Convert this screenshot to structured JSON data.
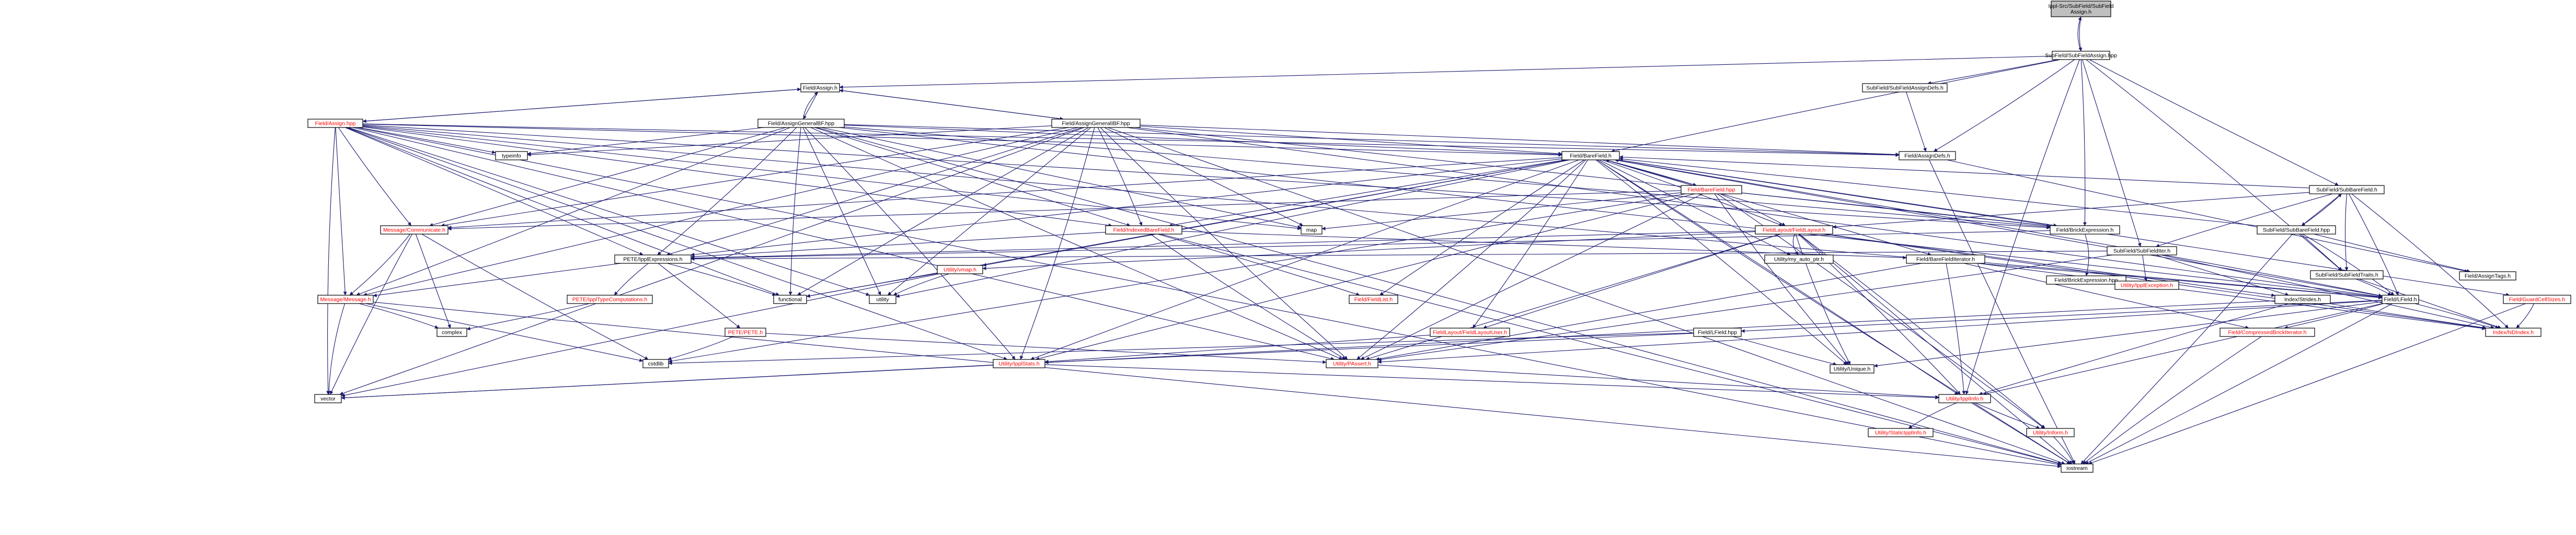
{
  "root": [
    "Ippl-Src/SubField/SubField",
    "Assign.h"
  ],
  "nodes": {
    "root": {
      "label": "Ippl-Src/SubField/SubField Assign.h",
      "lines": [
        "Ippl-Src/SubField/SubField",
        "Assign.h"
      ]
    },
    "sfassign_hpp": {
      "label": "SubField/SubFieldAssign.hpp"
    },
    "fassign_h": {
      "label": "Field/Assign.h"
    },
    "sfassigndefs": {
      "label": "SubField/SubFieldAssignDefs.h"
    },
    "fassign_hpp": {
      "label": "Field/Assign.hpp"
    },
    "fassigngen_hpp": {
      "label": "Field/AssignGeneralBF.hpp"
    },
    "fassigngenib_hpp": {
      "label": "Field/AssignGeneralIBF.hpp"
    },
    "typeinfo": {
      "label": "typeinfo"
    },
    "fassigndefs": {
      "label": "Field/AssignDefs.h"
    },
    "barefield_h": {
      "label": "Field/BareField.h"
    },
    "barefield_hpp": {
      "label": "Field/BareField.hpp"
    },
    "sfbarefield_h": {
      "label": "SubField/SubBareField.h"
    },
    "sfbarefield_hpp": {
      "label": "SubField/SubBareField.hpp"
    },
    "msgcomm": {
      "label": "Message/Communicate.h"
    },
    "indexedbf": {
      "label": "Field/IndexedBareField.h"
    },
    "map": {
      "label": "map"
    },
    "flayout": {
      "label": "FieldLayout/FieldLayout.h"
    },
    "brickexpr": {
      "label": "Field/BrickExpression.h"
    },
    "sfiter": {
      "label": "SubField/SubFieldIter.h"
    },
    "petesexpr": {
      "label": "PETE/IpplExpressions.h"
    },
    "vmap": {
      "label": "Utility/vmap.h"
    },
    "mydummy": {
      "label": "Utility/my_auto_ptr.h"
    },
    "bfiter": {
      "label": "Field/BareFieldIterator.h"
    },
    "brickexpr_hpp": {
      "label": "Field/BrickExpression.hpp"
    },
    "sftraits": {
      "label": "SubField/SubFieldTraits.h"
    },
    "assigntags": {
      "label": "Field/AssignTags.h"
    },
    "ipplexc": {
      "label": "Utility/IpplException.h"
    },
    "functional": {
      "label": "functional"
    },
    "utility": {
      "label": "utility"
    },
    "typecomp": {
      "label": "PETE/IpplTypeComputations.h"
    },
    "msg": {
      "label": "Message/Message.h"
    },
    "flist": {
      "label": "Field/FieldList.h"
    },
    "strides": {
      "label": "Index/Strides.h"
    },
    "lfield_h": {
      "label": "Field/LField.h"
    },
    "guardcell": {
      "label": "Field/GuardCellSizes.h"
    },
    "pete": {
      "label": "PETE/PETE.h"
    },
    "complex": {
      "label": "complex"
    },
    "compbrick": {
      "label": "Field/CompressedBrickIterator.h"
    },
    "nindex": {
      "label": "Index/NDIndex.h"
    },
    "flayoutuser": {
      "label": "FieldLayout/FieldLayoutUser.h"
    },
    "lfield_hpp": {
      "label": "Field/LField.hpp"
    },
    "cstdlib": {
      "label": "cstdlib"
    },
    "ipplstats": {
      "label": "Utility/IpplStats.h"
    },
    "pawset": {
      "label": "Utility/PAssert.h"
    },
    "unique": {
      "label": "Utility/Unique.h"
    },
    "vector": {
      "label": "vector"
    },
    "ipplinfo": {
      "label": "Utility/IpplInfo.h"
    },
    "staticinfo": {
      "label": "Utility/StaticIpplInfo.h"
    },
    "inform": {
      "label": "Utility/Inform.h"
    },
    "iostream": {
      "label": "iostream"
    }
  },
  "edges": [
    [
      "sfassign_hpp",
      "root"
    ],
    [
      "root",
      "sfassign_hpp"
    ],
    [
      "sfassign_hpp",
      "fassign_h"
    ],
    [
      "sfassign_hpp",
      "sfassigndefs"
    ],
    [
      "sfassign_hpp",
      "fassigndefs"
    ],
    [
      "sfassign_hpp",
      "barefield_h"
    ],
    [
      "sfassign_hpp",
      "sfbarefield_h"
    ],
    [
      "sfassign_hpp",
      "sfiter"
    ],
    [
      "sfassign_hpp",
      "brickexpr"
    ],
    [
      "sfassign_hpp",
      "sftraits"
    ],
    [
      "sfassign_hpp",
      "ipplinfo"
    ],
    [
      "fassign_h",
      "fassign_hpp"
    ],
    [
      "fassign_h",
      "fassigngen_hpp"
    ],
    [
      "fassign_h",
      "fassigngenib_hpp"
    ],
    [
      "fassign_hpp",
      "fassign_h"
    ],
    [
      "fassigngen_hpp",
      "fassign_h"
    ],
    [
      "fassigngenib_hpp",
      "fassign_h"
    ],
    [
      "sfassigndefs",
      "fassigndefs"
    ],
    [
      "fassign_hpp",
      "typeinfo"
    ],
    [
      "fassign_hpp",
      "fassigndefs"
    ],
    [
      "fassign_hpp",
      "barefield_h"
    ],
    [
      "fassign_hpp",
      "msgcomm"
    ],
    [
      "fassign_hpp",
      "indexedbf"
    ],
    [
      "fassign_hpp",
      "petesexpr"
    ],
    [
      "fassign_hpp",
      "brickexpr"
    ],
    [
      "fassign_hpp",
      "functional"
    ],
    [
      "fassign_hpp",
      "utility"
    ],
    [
      "fassign_hpp",
      "msg"
    ],
    [
      "fassign_hpp",
      "ipplstats"
    ],
    [
      "fassign_hpp",
      "pawset"
    ],
    [
      "fassign_hpp",
      "vector"
    ],
    [
      "fassign_hpp",
      "iostream"
    ],
    [
      "fassign_hpp",
      "map"
    ],
    [
      "fassign_hpp",
      "lfield_h"
    ],
    [
      "fassigngen_hpp",
      "typeinfo"
    ],
    [
      "fassigngen_hpp",
      "fassigndefs"
    ],
    [
      "fassigngen_hpp",
      "barefield_h"
    ],
    [
      "fassigngen_hpp",
      "msgcomm"
    ],
    [
      "fassigngen_hpp",
      "indexedbf"
    ],
    [
      "fassigngen_hpp",
      "petesexpr"
    ],
    [
      "fassigngen_hpp",
      "brickexpr"
    ],
    [
      "fassigngen_hpp",
      "functional"
    ],
    [
      "fassigngen_hpp",
      "utility"
    ],
    [
      "fassigngen_hpp",
      "msg"
    ],
    [
      "fassigngen_hpp",
      "ipplstats"
    ],
    [
      "fassigngen_hpp",
      "pawset"
    ],
    [
      "fassigngen_hpp",
      "iostream"
    ],
    [
      "fassigngen_hpp",
      "map"
    ],
    [
      "fassigngen_hpp",
      "lfield_h"
    ],
    [
      "fassigngenib_hpp",
      "typeinfo"
    ],
    [
      "fassigngenib_hpp",
      "fassigndefs"
    ],
    [
      "fassigngenib_hpp",
      "barefield_h"
    ],
    [
      "fassigngenib_hpp",
      "msgcomm"
    ],
    [
      "fassigngenib_hpp",
      "indexedbf"
    ],
    [
      "fassigngenib_hpp",
      "petesexpr"
    ],
    [
      "fassigngenib_hpp",
      "brickexpr"
    ],
    [
      "fassigngenib_hpp",
      "functional"
    ],
    [
      "fassigngenib_hpp",
      "utility"
    ],
    [
      "fassigngenib_hpp",
      "msg"
    ],
    [
      "fassigngenib_hpp",
      "ipplstats"
    ],
    [
      "fassigngenib_hpp",
      "pawset"
    ],
    [
      "fassigngenib_hpp",
      "iostream"
    ],
    [
      "fassigngenib_hpp",
      "map"
    ],
    [
      "fassigngenib_hpp",
      "lfield_h"
    ],
    [
      "fassigngenib_hpp",
      "vector"
    ],
    [
      "fassigndefs",
      "assigntags"
    ],
    [
      "fassigndefs",
      "iostream"
    ],
    [
      "barefield_h",
      "barefield_hpp"
    ],
    [
      "barefield_hpp",
      "barefield_h"
    ],
    [
      "barefield_h",
      "flayout"
    ],
    [
      "barefield_h",
      "lfield_h"
    ],
    [
      "barefield_h",
      "flist"
    ],
    [
      "barefield_h",
      "bfiter"
    ],
    [
      "barefield_h",
      "msgcomm"
    ],
    [
      "barefield_h",
      "petesexpr"
    ],
    [
      "barefield_h",
      "indexedbf"
    ],
    [
      "barefield_h",
      "brickexpr"
    ],
    [
      "barefield_h",
      "guardcell"
    ],
    [
      "barefield_h",
      "ipplinfo"
    ],
    [
      "barefield_h",
      "pawset"
    ],
    [
      "barefield_h",
      "iostream"
    ],
    [
      "barefield_h",
      "vmap"
    ],
    [
      "barefield_h",
      "mydummy"
    ],
    [
      "barefield_h",
      "flayoutuser"
    ],
    [
      "barefield_h",
      "unique"
    ],
    [
      "barefield_h",
      "ipplstats"
    ],
    [
      "barefield_h",
      "utility"
    ],
    [
      "barefield_h",
      "functional"
    ],
    [
      "barefield_hpp",
      "flayout"
    ],
    [
      "barefield_hpp",
      "brickexpr"
    ],
    [
      "barefield_hpp",
      "msgcomm"
    ],
    [
      "barefield_hpp",
      "ipplstats"
    ],
    [
      "barefield_hpp",
      "pawset"
    ],
    [
      "barefield_hpp",
      "map"
    ],
    [
      "barefield_hpp",
      "inform"
    ],
    [
      "barefield_hpp",
      "unique"
    ],
    [
      "barefield_hpp",
      "cstdlib"
    ],
    [
      "sfbarefield_h",
      "sfbarefield_hpp"
    ],
    [
      "sfbarefield_hpp",
      "sfbarefield_h"
    ],
    [
      "sfbarefield_h",
      "barefield_h"
    ],
    [
      "sfbarefield_h",
      "sfiter"
    ],
    [
      "sfbarefield_h",
      "sftraits"
    ],
    [
      "sfbarefield_h",
      "flayout"
    ],
    [
      "sfbarefield_h",
      "lfield_h"
    ],
    [
      "sfbarefield_h",
      "nindex"
    ],
    [
      "sfbarefield_hpp",
      "barefield_h"
    ],
    [
      "sfbarefield_hpp",
      "assigntags"
    ],
    [
      "sfbarefield_hpp",
      "sftraits"
    ],
    [
      "sfbarefield_hpp",
      "iostream"
    ],
    [
      "sfbarefield_hpp",
      "lfield_h"
    ],
    [
      "sfiter",
      "barefield_h"
    ],
    [
      "sfiter",
      "petesexpr"
    ],
    [
      "sfiter",
      "ipplexc"
    ],
    [
      "sfiter",
      "lfield_h"
    ],
    [
      "sfiter",
      "nindex"
    ],
    [
      "sfiter",
      "pawset"
    ],
    [
      "sfiter",
      "strides"
    ],
    [
      "sftraits",
      "nindex"
    ],
    [
      "sftraits",
      "lfield_h"
    ],
    [
      "msgcomm",
      "msg"
    ],
    [
      "msgcomm",
      "cstdlib"
    ],
    [
      "msgcomm",
      "vector"
    ],
    [
      "msgcomm",
      "complex"
    ],
    [
      "indexedbf",
      "petesexpr"
    ],
    [
      "indexedbf",
      "flist"
    ],
    [
      "indexedbf",
      "pawset"
    ],
    [
      "indexedbf",
      "iostream"
    ],
    [
      "indexedbf",
      "bfiter"
    ],
    [
      "flayout",
      "petesexpr"
    ],
    [
      "flayout",
      "vmap"
    ],
    [
      "flayout",
      "mydummy"
    ],
    [
      "flayout",
      "flayoutuser"
    ],
    [
      "flayout",
      "strides"
    ],
    [
      "flayout",
      "nindex"
    ],
    [
      "flayout",
      "ipplinfo"
    ],
    [
      "flayout",
      "unique"
    ],
    [
      "flayout",
      "pawset"
    ],
    [
      "flayout",
      "iostream"
    ],
    [
      "flayout",
      "inform"
    ],
    [
      "brickexpr",
      "brickexpr_hpp"
    ],
    [
      "brickexpr",
      "petesexpr"
    ],
    [
      "bfiter",
      "compbrick"
    ],
    [
      "bfiter",
      "lfield_h"
    ],
    [
      "bfiter",
      "ipplinfo"
    ],
    [
      "bfiter",
      "pawset"
    ],
    [
      "bfiter",
      "nindex"
    ],
    [
      "petesexpr",
      "typecomp"
    ],
    [
      "petesexpr",
      "pete"
    ],
    [
      "petesexpr",
      "msg"
    ],
    [
      "petesexpr",
      "functional"
    ],
    [
      "vmap",
      "utility"
    ],
    [
      "vmap",
      "functional"
    ],
    [
      "vmap",
      "vector"
    ],
    [
      "typecomp",
      "complex"
    ],
    [
      "msg",
      "complex"
    ],
    [
      "msg",
      "vector"
    ],
    [
      "msg",
      "iostream"
    ],
    [
      "msg",
      "cstdlib"
    ],
    [
      "pete",
      "pawset"
    ],
    [
      "pete",
      "cstdlib"
    ],
    [
      "strides",
      "nindex"
    ],
    [
      "strides",
      "ipplinfo"
    ],
    [
      "strides",
      "vector"
    ],
    [
      "lfield_h",
      "lfield_hpp"
    ],
    [
      "lfield_h",
      "compbrick"
    ],
    [
      "lfield_h",
      "unique"
    ],
    [
      "lfield_h",
      "pawset"
    ],
    [
      "lfield_h",
      "ipplinfo"
    ],
    [
      "lfield_h",
      "iostream"
    ],
    [
      "lfield_h",
      "nindex"
    ],
    [
      "lfield_hpp",
      "cstdlib"
    ],
    [
      "lfield_hpp",
      "unique"
    ],
    [
      "lfield_hpp",
      "ipplstats"
    ],
    [
      "guardcell",
      "nindex"
    ],
    [
      "guardcell",
      "iostream"
    ],
    [
      "compbrick",
      "iostream"
    ],
    [
      "flayoutuser",
      "ipplstats"
    ],
    [
      "ipplstats",
      "ipplinfo"
    ],
    [
      "ipplstats",
      "vector"
    ],
    [
      "pawset",
      "ipplinfo"
    ],
    [
      "ipplinfo",
      "staticinfo"
    ],
    [
      "ipplinfo",
      "inform"
    ],
    [
      "ipplinfo",
      "iostream"
    ],
    [
      "inform",
      "iostream"
    ]
  ]
}
